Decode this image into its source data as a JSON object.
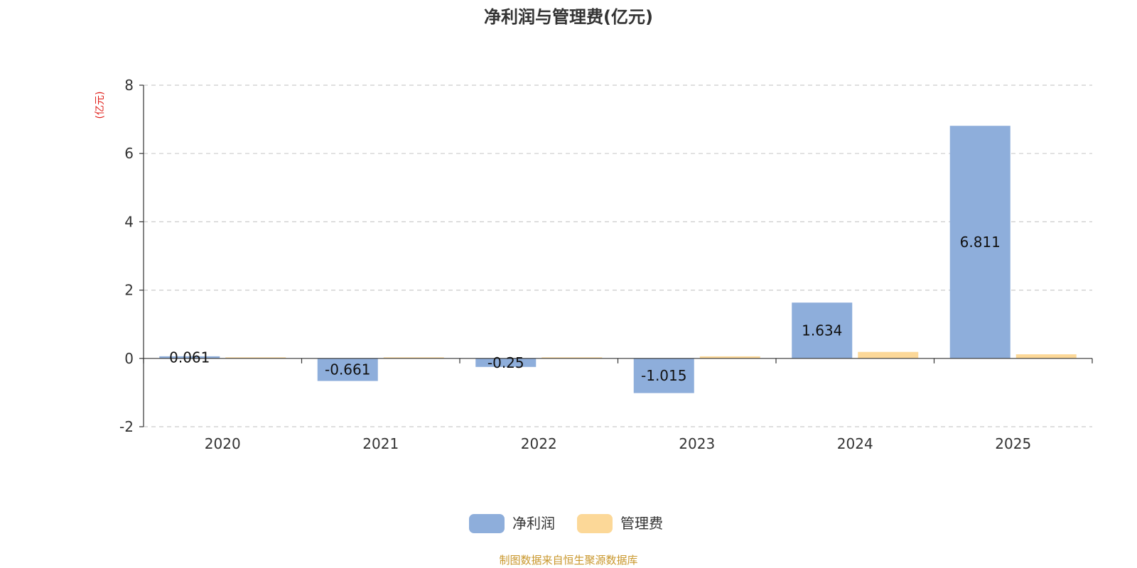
{
  "chart_data": {
    "type": "bar",
    "title": "净利润与管理费(亿元)",
    "ylabel": "(亿元)",
    "categories": [
      "2020",
      "2021",
      "2022",
      "2023",
      "2024",
      "2025"
    ],
    "series": [
      {
        "name": "净利润",
        "color": "#8eaedb",
        "values": [
          0.061,
          -0.661,
          -0.25,
          -1.015,
          1.634,
          6.811
        ],
        "labels": [
          "0.061",
          "-0.661",
          "-0.25",
          "-1.015",
          "1.634",
          "6.811"
        ]
      },
      {
        "name": "管理费",
        "color": "#fcd898",
        "values": [
          0.0,
          0.01,
          0.02,
          0.06,
          0.19,
          0.12
        ]
      }
    ],
    "ylim": [
      -2,
      8
    ],
    "yticks": [
      -2,
      0,
      2,
      4,
      6,
      8
    ],
    "grid": true,
    "legend_position": "bottom-center"
  },
  "source": "制图数据来自恒生聚源数据库"
}
